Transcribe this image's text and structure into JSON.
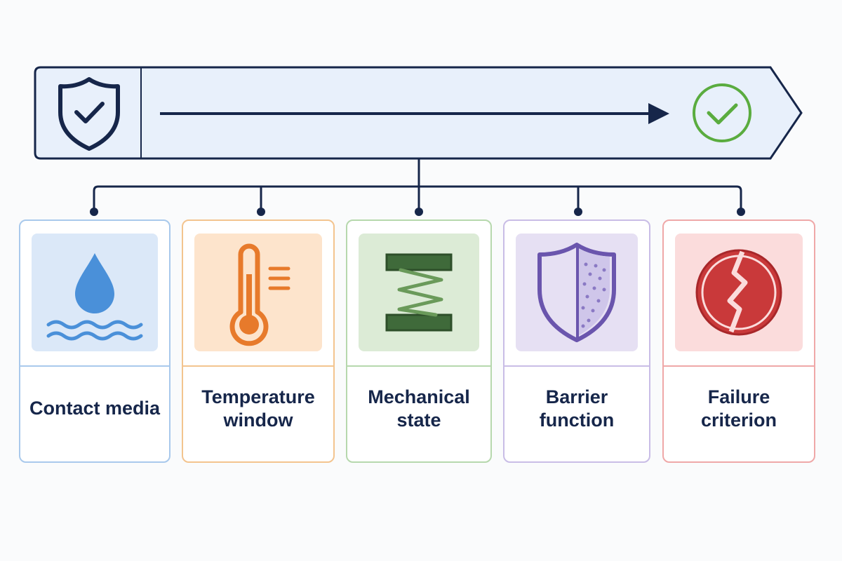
{
  "colors": {
    "navy": "#16264a",
    "banner_fill": "#e8f0fb",
    "check_green": "#5aac3f",
    "blue": "#4a90d9",
    "orange": "#e77a2b",
    "green": "#5a8a4a",
    "purple": "#6a55ad",
    "red": "#c9393a"
  },
  "banner": {
    "left_icon": "shield-check-icon",
    "arrow": "arrow-right-icon",
    "right_icon": "check-circle-icon"
  },
  "cards": [
    {
      "id": "contact-media",
      "label": "Contact media",
      "icon": "water-drop-icon",
      "border": "#a9c9ec",
      "tile": "#dbe8f8"
    },
    {
      "id": "temperature-window",
      "label": "Temperature\nwindow",
      "icon": "thermometer-icon",
      "border": "#f3c48f",
      "tile": "#fde4cc"
    },
    {
      "id": "mechanical-state",
      "label": "Mechanical\nstate",
      "icon": "spring-icon",
      "border": "#b6d8ad",
      "tile": "#dcebd6"
    },
    {
      "id": "barrier-function",
      "label": "Barrier\nfunction",
      "icon": "shield-icon",
      "border": "#c9bde6",
      "tile": "#e6e0f3"
    },
    {
      "id": "failure-criterion",
      "label": "Failure\ncriterion",
      "icon": "cracked-circle-icon",
      "border": "#efa8a8",
      "tile": "#fbdcdc"
    }
  ]
}
